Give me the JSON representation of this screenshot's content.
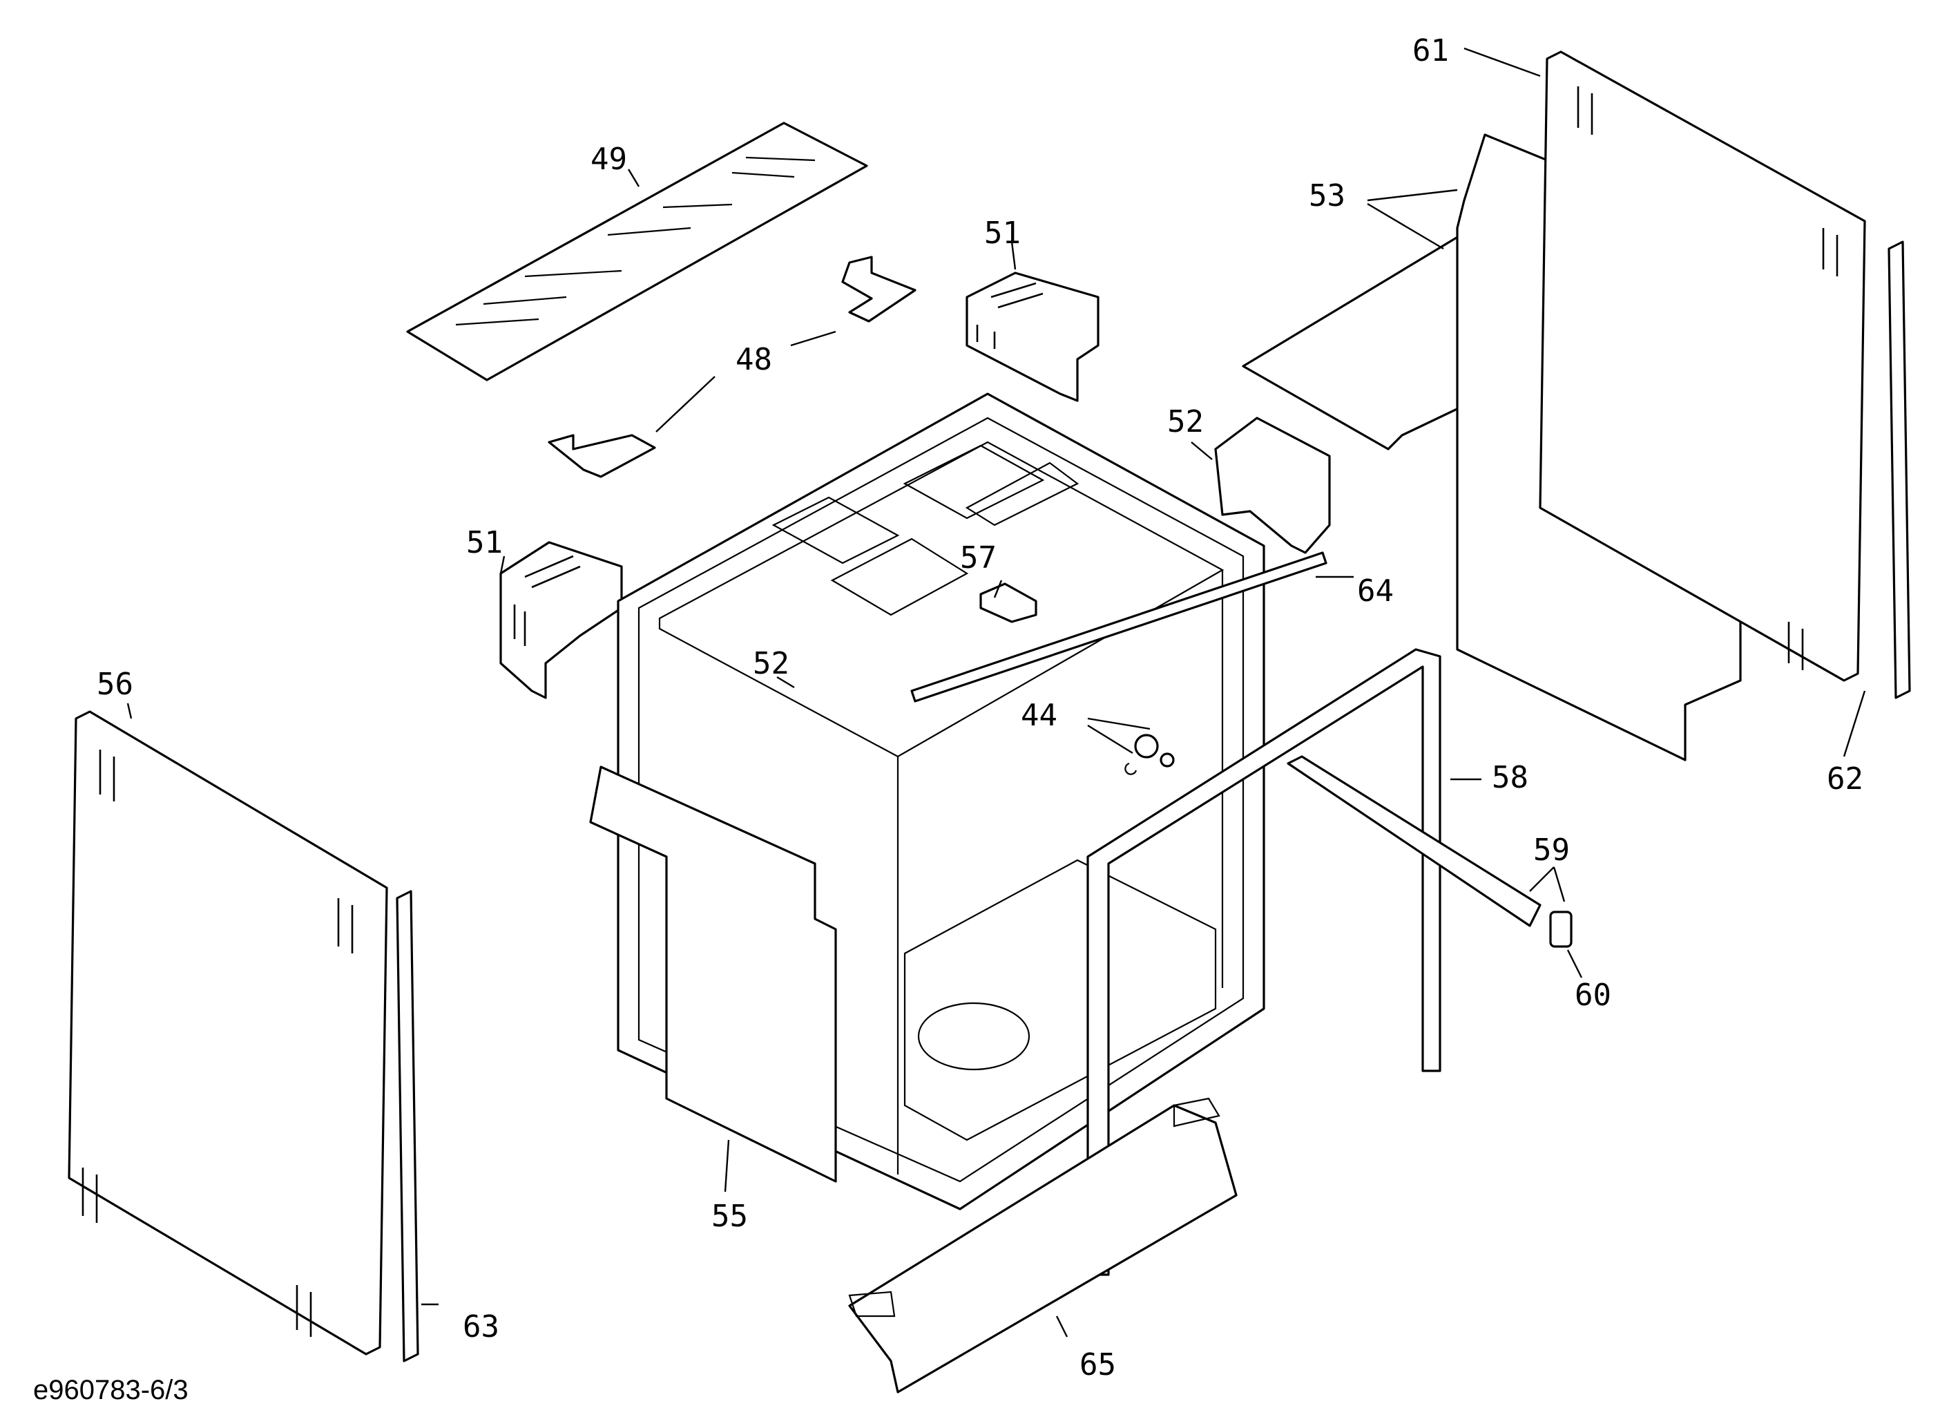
{
  "diagram": {
    "drawing_code": "e960783-6/3",
    "callouts": {
      "c44": "44",
      "c48": "48",
      "c49": "49",
      "c51a": "51",
      "c51b": "51",
      "c52a": "52",
      "c52b": "52",
      "c53": "53",
      "c55": "55",
      "c56": "56",
      "c57": "57",
      "c58": "58",
      "c59": "59",
      "c60": "60",
      "c61": "61",
      "c62": "62",
      "c63": "63",
      "c64": "64",
      "c65": "65"
    }
  }
}
